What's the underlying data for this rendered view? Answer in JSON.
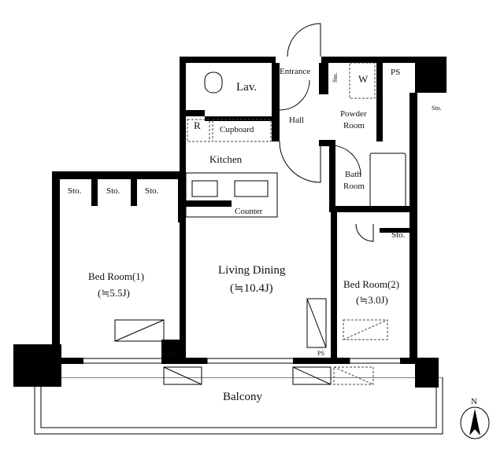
{
  "rooms": {
    "lav": "Lav.",
    "entrance": "Entrance",
    "sto_entrance": "Sto.",
    "w": "W",
    "ps_top": "PS",
    "sto_right": "Sto.",
    "refrigerator": "R",
    "cupboard": "Cupboard",
    "hall": "Hall",
    "powder_room_1": "Powder",
    "powder_room_2": "Room",
    "kitchen": "Kitchen",
    "bath_room_1": "Bath",
    "bath_room_2": "Room",
    "counter": "Counter",
    "sto_1": "Sto.",
    "sto_2": "Sto.",
    "sto_3": "Sto.",
    "sto_bed2": "Sto.",
    "living_dining": "Living Dining",
    "living_dining_size": "(≒10.4J)",
    "bed_room_1": "Bed Room(1)",
    "bed_room_1_size": "(≒5.5J)",
    "bed_room_2": "Bed Room(2)",
    "bed_room_2_size": "(≒3.0J)",
    "ps_left": "PS",
    "ps_right": "PS",
    "balcony": "Balcony"
  },
  "compass": {
    "label": "N"
  }
}
